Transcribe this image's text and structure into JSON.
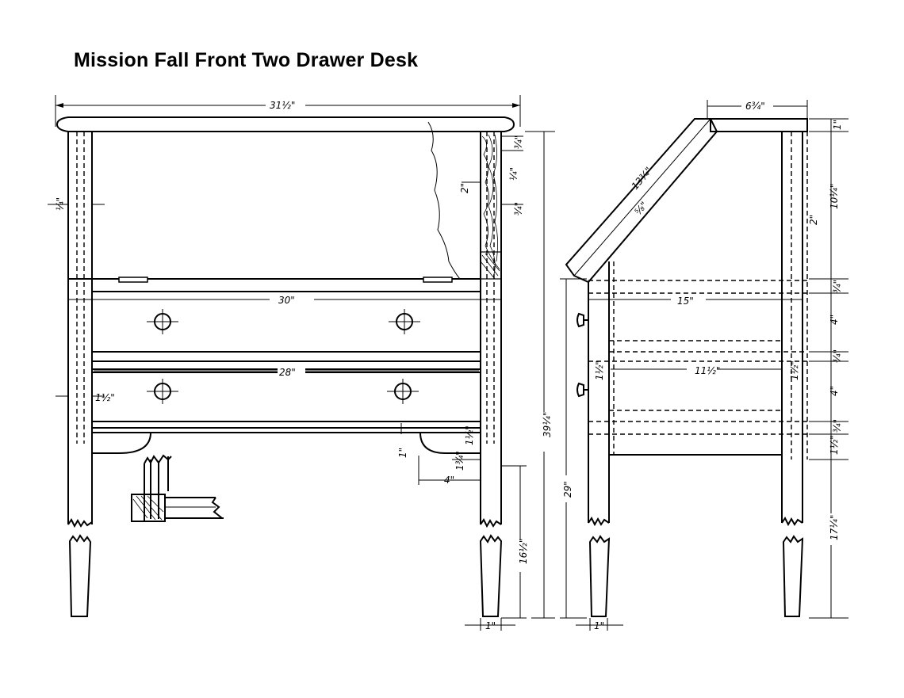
{
  "title": "Mission Fall Front Two Drawer Desk",
  "front_view": {
    "overall_width": "31½\"",
    "top_thickness": "¾\"",
    "rail_thickness": "¾\"",
    "rail_width": "2\"",
    "panel_inset": "¼\"",
    "drawer_upper_width": "30\"",
    "drawer_lower_width": "28\"",
    "leg_inset": "1½\"",
    "apron_height": "1½\"",
    "apron_notch": "1\"",
    "apron_small": "1¾\"",
    "apron_curve": "4\"",
    "leg_height": "16½\"",
    "overall_height": "39¼\"",
    "desk_height": "29\"",
    "leg_width": "1\""
  },
  "side_view": {
    "top_depth": "6¾\"",
    "lid_length": "13¾\"",
    "lid_thickness": "⅝\"",
    "depth": "15\"",
    "inner_depth": "11½\"",
    "left_stile": "1½\"",
    "right_stile": "1½\"",
    "leg_width": "1\"",
    "top": "1\"",
    "upper_section": "10¼\"",
    "upper_rail": "2\"",
    "rail_a": "¾\"",
    "drawer_a": "4\"",
    "rail_b": "¾\"",
    "drawer_b": "4\"",
    "rail_c": "¾\"",
    "bottom_rail": "1½\"",
    "leg_height": "17¼\""
  }
}
